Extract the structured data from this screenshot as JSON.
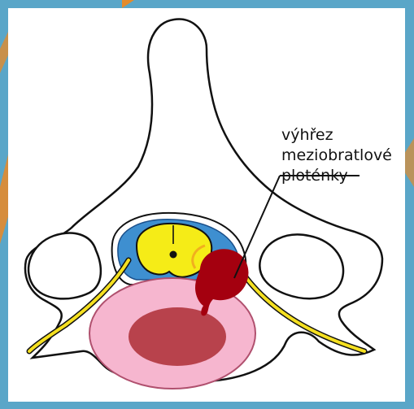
{
  "annotation": {
    "lines": [
      "výhřez",
      "meziobratlové",
      "ploténky"
    ]
  },
  "colors": {
    "frame": "#5aa6c8",
    "frame_accent": "#e38b2c",
    "bone_fill": "#ffffff",
    "spinal_cord": "#f5ec17",
    "csf": "#3e8fd0",
    "nerve_root": "#f5e020",
    "herniation": "#a4000f",
    "disc_annulus": "#f6b6cf",
    "disc_nucleus": "#b8424c",
    "outline": "#111111"
  },
  "icons": {
    "vertebra": "vertebra-cross-section-icon"
  }
}
